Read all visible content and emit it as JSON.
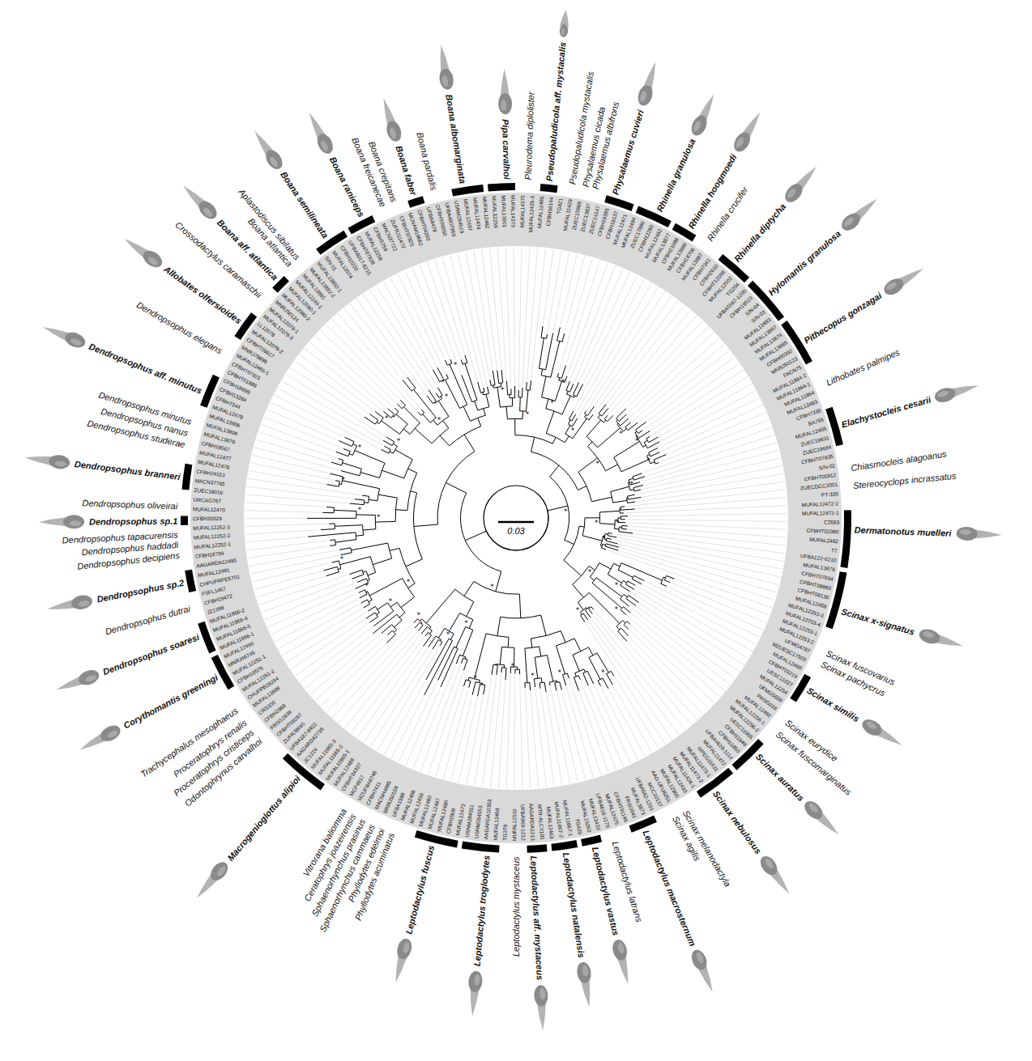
{
  "diagram": {
    "labels": [
      "Boana albomarginata",
      "Pipa carvalhoi",
      "Pleurodema diplolister",
      "Pseudopaludicola aff. mystacalis",
      "Pseudopaludicola mystacalis",
      "Physalaemus cicada",
      "Physalaemus albifrons",
      "Physalaemus cuvieri",
      "Rhinella granulosa",
      "Rhinella hoogmoedi",
      "Rhinella crucifer",
      "Rhinella diptycha",
      "Hylomantis granulosa",
      "Pithecopus gonzagai",
      "Lithobates palmipes",
      "Elachystocleis cesarii",
      "Chiasmocleis alagoanus",
      "Stereocyclops incrassatus",
      "Dermatonotus muelleri",
      "Scinax x-signatus",
      "Scinax fuscovarius",
      "Scinax pachycrus",
      "Scinax similis",
      "Scinax eurydice",
      "Scinax fuscomarginatus",
      "Scinax auratus",
      "Scinax nebulosus",
      "Scinax melanodactyla",
      "Scinax agilis",
      "Leptodactylus macrosternum",
      "Leptodactylus latrans",
      "Leptodactylus vastus",
      "Leptodactylus natalensis",
      "Leptodactylus aff. mystaceus",
      "Leptodactylus mystaceus",
      "Leptodactylus troglodytes",
      "Leptodactylus fuscus",
      "Phyllodytes acuminatus",
      "Phyllodytes edelmoi",
      "Sphaenorhynchus cammaeus",
      "Sphaenorhynchus prasinus",
      "Ceratophrys joazeirensis",
      "Vitrorana baliomma",
      "Macrogenioglottus alipioi",
      "Odontophrynus carvalhoi",
      "Proceratophrys cristiceps",
      "Proceratophrys renalis",
      "Trachycephalus mesophaeus",
      "Corythomantis greeningi",
      "Dendropsophus soaresi",
      "Dendropsophus dutrai",
      "Dendropsophus sp.2",
      "Dendropsophus decipiens",
      "Dendropsophus haddadi",
      "Dendropsophus tapacurensis",
      "Dendropsophus sp.1",
      "Dendropsophus oliveirai",
      "Dendropsophus branneri",
      "Dendropsophus studerae",
      "Dendropsophus nanus",
      "Dendropsophus minutus",
      "Dendropsophus aff. minutus",
      "Dendropsophus elegans",
      "Allobates olfersioides",
      "Crossodactylus caramaschii",
      "Boana aff. atlantica",
      "Boana atlantica",
      "Aplastodiscus sibilatus",
      "Boana semilineata",
      "Boana raniceps",
      "Boana freicanecae",
      "Boana crepitans",
      "Boana faber",
      "Boana pardalis",
      "0.03",
      "*",
      "*",
      "*",
      "*",
      "*",
      "*",
      "*",
      "*",
      "*",
      "*",
      "*",
      "*",
      "*",
      "*",
      "*",
      "*",
      "*",
      "*",
      "*",
      "*",
      "*",
      "*",
      "*",
      "*",
      "*",
      "*",
      "*",
      "*",
      "*",
      "*",
      "*",
      "*",
      "*",
      "*",
      "*",
      "*",
      "*",
      "*",
      "*",
      "*",
      "USNM284519",
      "MUFAL12497",
      "MUFAL12474",
      "MUFAL12482",
      "MUFAL12259",
      "MUFAL13901",
      "MUFAL14379",
      "MUFAL14375",
      "MUFAL12425-3",
      "MUFAL12485",
      "CFBH16144",
      "TG421",
      "MUFAL11429",
      "ZUEC13868",
      "ZUEC13837",
      "ZUEC14147",
      "CFBH16395",
      "CFBH16137",
      "MUFAL12471",
      "MUFAL12494",
      "ZUEC17880",
      "CFBH12280",
      "MUFAL12462",
      "MUFAL13877",
      "CFBH21088",
      "MUFAL13889",
      "CFBH18706",
      "MUFAL13887",
      "CFBH7341",
      "CFBH2610",
      "CFBHT12098",
      "MUFAL12502",
      "TG204",
      "UFBA5567-1200",
      "CFBH19523",
      "S/N-04",
      "S/N-03",
      "MUFAL13883",
      "MUFAL13897",
      "MUFAL13874",
      "MUFAL13885",
      "CFBH00392",
      "MNRJ50123",
      "FACN75",
      "MUFAL11864-2",
      "MUFAL11864-1",
      "MUFAL11864",
      "MUFAL12483",
      "CFBH7330",
      "BA755",
      "MUFAL12455",
      "ZUEC19631",
      "ZUEC19684",
      "CFBHT07835",
      "S/N-02",
      "CFBHT00912",
      "ZUECDCC3301",
      "PT-335",
      "MUFAL12472-2",
      "MUFAL12472-1",
      "C2683",
      "CFBHT02080",
      "MUFAL2482",
      "T7",
      "UFBA122-6210",
      "MUFAL13878",
      "CFBHT07834",
      "CFBHT08860",
      "CFBHT09136",
      "MUFAL12458",
      "MUFAL12253-3",
      "MUFAL12253-4",
      "MUFAL12253-1",
      "MUFAL12253-2",
      "UFMG4787",
      "MZUESC17503",
      "MUFAL12469",
      "CFBHT03219",
      "UESC11027",
      "MUFAL12254",
      "UFMG5659",
      "FRSG018",
      "MUFAL12492",
      "MUFAL12256-1",
      "MUFAL12256-2",
      "UESC11005",
      "CFBH11849",
      "CFBH11850",
      "UFBA4618-1114",
      "MUFAL11472",
      "MPEG31631",
      "MUFAL11473-1",
      "MUFAL11473-2",
      "MUFAL11426-1",
      "MUFAL12493",
      "MUFAL12900",
      "AAG-UFU6251",
      "MCC10137",
      "UFBA562-1201",
      "MUFAL3873",
      "FRSG041",
      "CFBHT01146",
      "MUFAL12475",
      "UFBA616-1170",
      "MUFAL13433",
      "MUFAL15263",
      "TG429",
      "MUFAL11867-1",
      "MUFAL11867-2",
      "MUFAL12463",
      "MTR-ALCX101",
      "AAGARDA1213",
      "UFBA969-1212",
      "MUFAL12500",
      "TG379",
      "MUFAL12459",
      "AAGARDA10353",
      "USNM284553",
      "USNM284551",
      "MUFAL12473",
      "CFBH2908",
      "MUFAL12490",
      "MUFAL12487",
      "MUFAL12460",
      "MUFAL12456",
      "MUFAL12486",
      "UFBA1598",
      "MNRJ50158",
      "MACNH4885",
      "CFBH7411",
      "MZUFBA6748",
      "MCP4917",
      "CFBHT04337",
      "MUFAL12489",
      "MUFAL11865-1",
      "MUFAL11865-2",
      "MUFAL11865-3",
      "JC1224",
      "AAGARDA2739",
      "UFBA187-8922",
      "ZUFRJ8665",
      "CFBHT09297",
      "FRSG1938",
      "CFBH2968",
      "CRS100",
      "MUFAL13888",
      "CHUFPB28294",
      "MUFAL12251-2",
      "CFBH18575",
      "MUFAL12251-1",
      "MNRJ46746",
      "MUFAL12499",
      "MUFAL11866-1",
      "MUFAL11866-5",
      "MUFAL11866-4",
      "MUFAL11866-2",
      "JZ1398",
      "CFBH19472",
      "FSFL1467",
      "CHPUFRPE5701",
      "MUFAL12491",
      "AAGARDA12495",
      "CFBH18799",
      "MUFAL12252-1",
      "MUFAL12252-2",
      "MUFAL12252-3",
      "CFBH20829",
      "MUFAL12470",
      "URCAG767",
      "ZUEC18018",
      "MACN37785",
      "CFBH24153",
      "MUFAL12476",
      "MUFAL12477",
      "CFBH18567",
      "MUFAL13879",
      "MUFAL13896",
      "MUFAL13906",
      "MUFAL12479",
      "CFBH7344",
      "CFBH13284",
      "CFBH18699",
      "CFBHT01886",
      "CFBHT07821",
      "MUFAL12465-1",
      "MNRJ79899",
      "CFBHT09617",
      "MUFAL12079-2",
      "LL12078",
      "MUFAL12079-3",
      "MUFAL12079-1",
      "MNRJ50124",
      "MUFAL12080-2",
      "MUFAL12080-1",
      "MUFAL12249-1",
      "MUFAL13891",
      "MUFAL13892-2",
      "MUFAL13892-1",
      "S/N-01",
      "MUFAL12074",
      "CFBH10220",
      "UFBA6017-6215",
      "CFBHT07828",
      "MUFAL12258",
      "CFBH5759",
      "MACN37722",
      "ZUFRJ11472",
      "CFBHT07825",
      "MCNAM19662",
      "CFBHT04393",
      "UFBA8478",
      "CFBHT09050",
      "UFBA4807959"
    ]
  }
}
